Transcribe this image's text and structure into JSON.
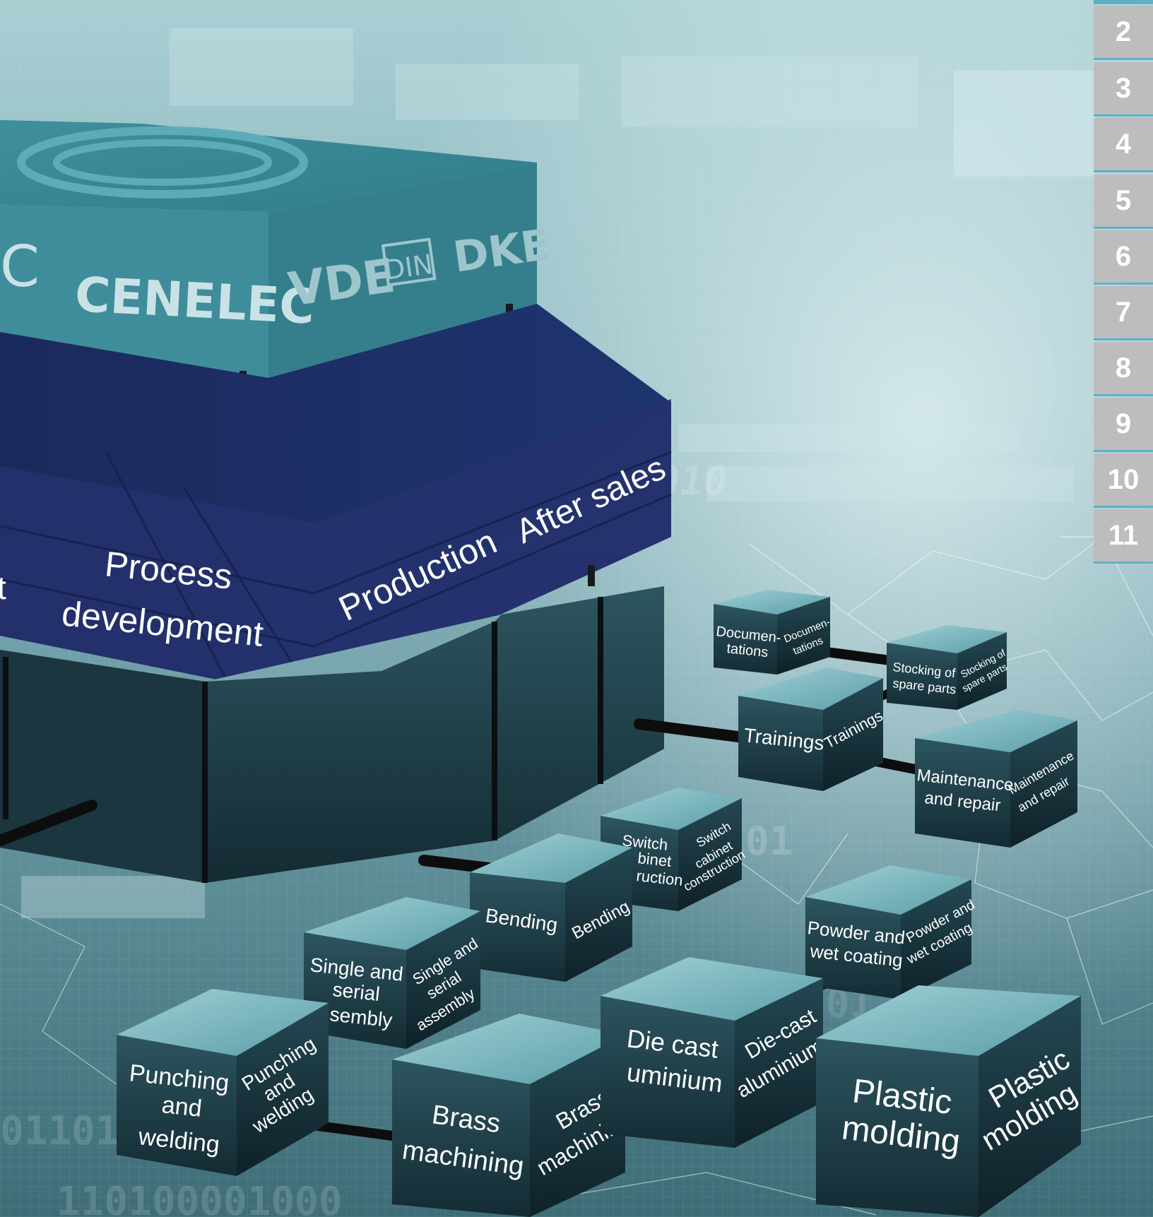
{
  "standards_block": {
    "logos": [
      "C",
      "CENELEC",
      "VDE",
      "DIN",
      "DKE"
    ]
  },
  "departments": {
    "cut_label": "t",
    "process_development": [
      "Process",
      "development"
    ],
    "production": "Production",
    "after_sales": "After sales"
  },
  "services": {
    "documentations_front": [
      "Documen-",
      "tations"
    ],
    "documentations_side": [
      "Documen-",
      "tations"
    ],
    "stocking_front": [
      "Stocking of",
      "spare parts"
    ],
    "stocking_side": [
      "Stocking of",
      "spare parts"
    ],
    "trainings_front": "Trainings",
    "trainings_side": "Trainings",
    "maintenance_front": [
      "Maintenance",
      "and repair"
    ],
    "maintenance_side": [
      "Maintenance",
      "and repair"
    ]
  },
  "production_cells": {
    "switch_front": [
      "Switch",
      "binet",
      "ruction"
    ],
    "switch_side": [
      "Switch",
      "cabinet",
      "construction"
    ],
    "bending_front": "Bending",
    "bending_side": "Bending",
    "assembly_front": [
      "Single and",
      "serial",
      "sembly"
    ],
    "assembly_side": [
      "Single and",
      "serial",
      "assembly"
    ],
    "punching_front": [
      "Punching",
      "and",
      "welding"
    ],
    "punching_side": [
      "Punching",
      "and",
      "welding"
    ],
    "brass_front": [
      "Brass",
      "machining"
    ],
    "brass_side": [
      "Brass",
      "machining"
    ],
    "diecast_front": [
      "Die cast",
      "uminium"
    ],
    "diecast_side": [
      "Die-cast",
      "aluminium"
    ],
    "powder_front": [
      "Powder and",
      "wet coating"
    ],
    "powder_side": [
      "Powder and",
      "wet coating"
    ],
    "plastic_front": [
      "Plastic",
      "molding"
    ],
    "plastic_side": [
      "Plastic",
      "molding"
    ]
  },
  "page_tabs": [
    "2",
    "3",
    "4",
    "5",
    "6",
    "7",
    "8",
    "9",
    "10",
    "11"
  ],
  "colors": {
    "tab_bg": "#bdbdbd",
    "tab_line": "#5fb1c6",
    "top_block": "#3f8d9a",
    "mid_block": "#1e2f66",
    "cube_dark": "#1d3a44"
  }
}
